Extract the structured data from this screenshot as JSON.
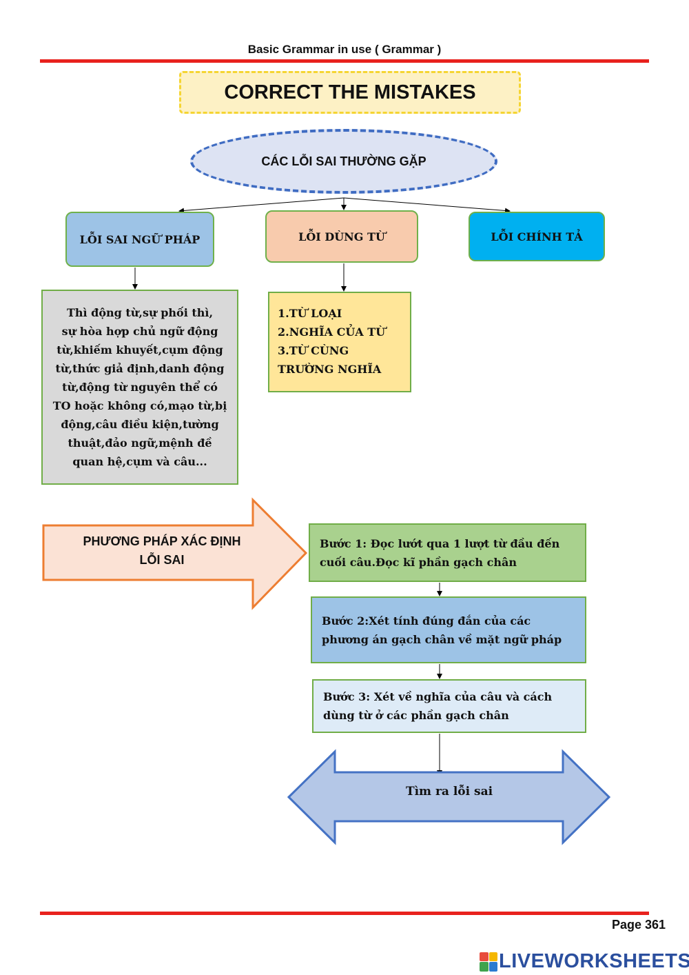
{
  "header": {
    "title": "Basic Grammar in use ( Grammar )"
  },
  "title_box": {
    "label": "CORRECT THE MISTAKES"
  },
  "central_node": {
    "label": "CÁC LỖI SAI THƯỜNG GẶP"
  },
  "categories": [
    {
      "label": "LỖI SAI NGỮ PHÁP"
    },
    {
      "label": "LỖI DÙNG TỪ"
    },
    {
      "label": "LỖI CHÍNH TẢ"
    }
  ],
  "grammar_details": {
    "lines": [
      "Thì động từ,sự phối thì,",
      "sự hòa hợp chủ ngữ động",
      "từ,khiếm khuyết,cụm động",
      "từ,thức giả định,danh động",
      "từ,động từ nguyên thể có",
      "TO hoặc không có,mạo từ,bị",
      "động,câu điều kiện,tường",
      "thuật,đảo ngữ,mệnh đề",
      "quan hệ,cụm và câu..."
    ]
  },
  "vocab_details": {
    "lines": [
      "1.TỪ LOẠI",
      "2.NGHĨA CỦA TỪ",
      "3.TỪ CÙNG TRƯỜNG NGHĨA"
    ]
  },
  "method": {
    "line1": "PHƯƠNG PHÁP XÁC ĐỊNH",
    "line2": "LỖI SAI"
  },
  "steps": [
    {
      "text": "Bước 1: Đọc lướt qua 1 lượt từ đầu đến cuối câu.Đọc kĩ phần gạch chân"
    },
    {
      "text": "Bước 2:Xét tính đúng đắn của các phương án gạch chân về mặt ngữ pháp"
    },
    {
      "text": "Bước 3: Xét về nghĩa của câu và cách dùng từ ở các phần gạch chân"
    }
  ],
  "result": {
    "label": "Tìm ra lỗi sai"
  },
  "footer": {
    "page": "Page 361",
    "brand": "LIVEWORKSHEETS"
  },
  "colors": {
    "redline": "#e8211d",
    "oval_border": "#3f6cc2",
    "method_arrow_fill": "#fbe2d5",
    "method_arrow_border": "#ed7d31",
    "result_arrow_fill": "#b4c7e7",
    "result_arrow_border": "#4472c4",
    "brand_text": "#2b4f9e"
  },
  "icons": {
    "brand_logo": "liveworksheets-logo-icon"
  }
}
